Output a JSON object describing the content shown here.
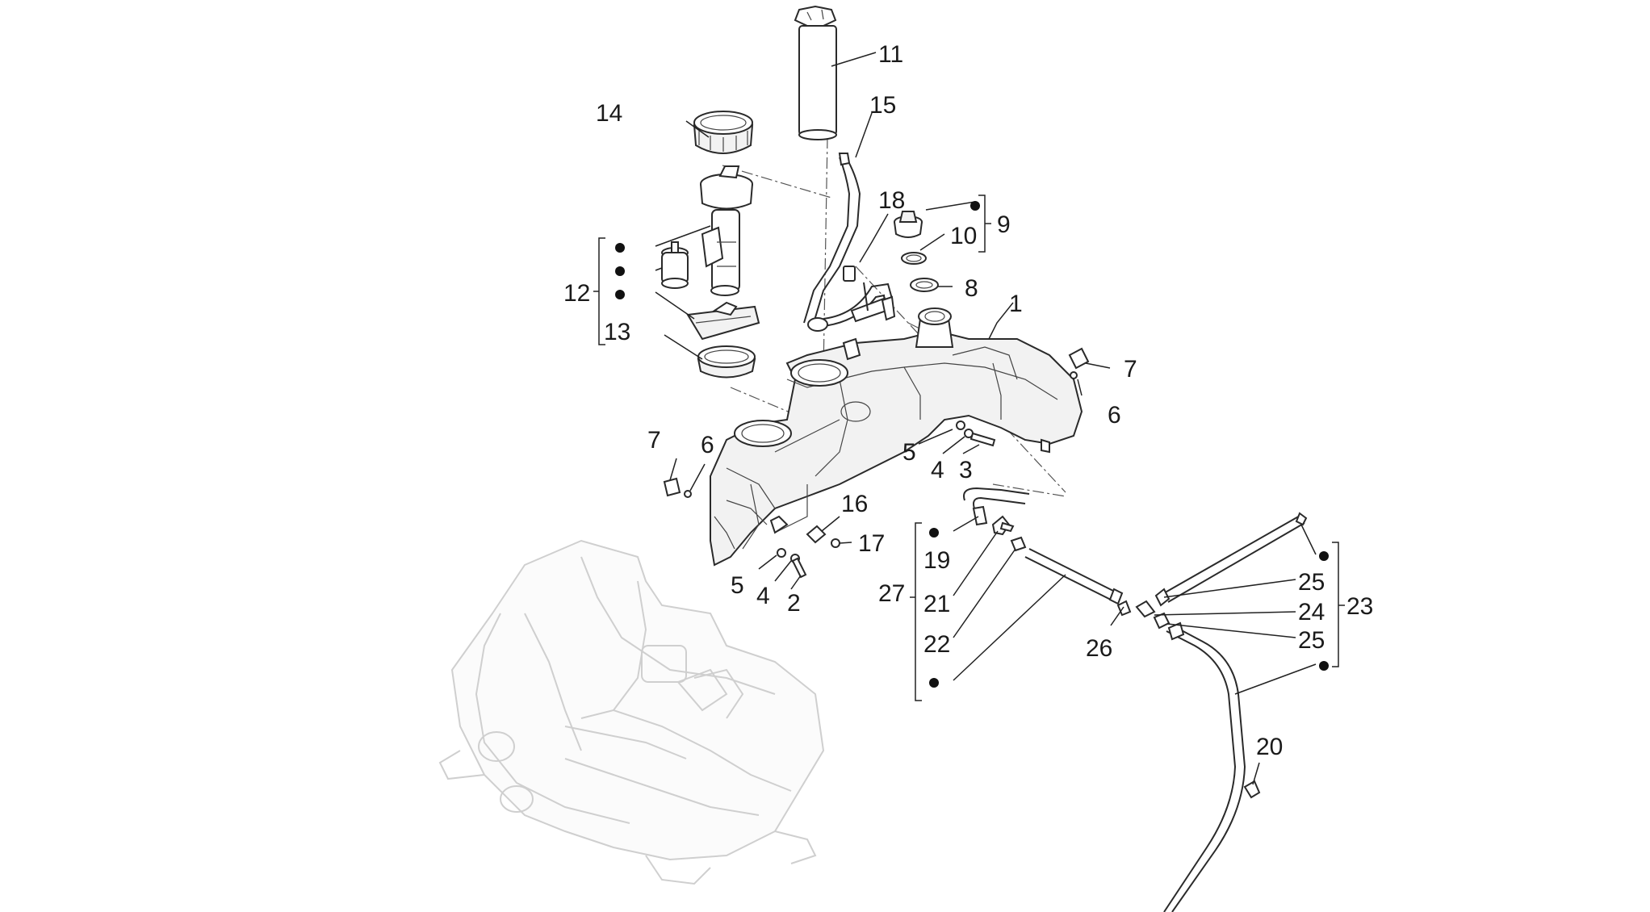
{
  "labels": {
    "l1": "1",
    "l2": "2",
    "l3": "3",
    "l4a": "4",
    "l4b": "4",
    "l5a": "5",
    "l5b": "5",
    "l6a": "6",
    "l6b": "6",
    "l7a": "7",
    "l7b": "7",
    "l8": "8",
    "l9": "9",
    "l10": "10",
    "l11": "11",
    "l12": "12",
    "l13": "13",
    "l14": "14",
    "l15": "15",
    "l16": "16",
    "l17": "17",
    "l18": "18",
    "l19": "19",
    "l20": "20",
    "l21": "21",
    "l22": "22",
    "l23": "23",
    "l24": "24",
    "l25a": "25",
    "l25b": "25",
    "l26": "26",
    "l27": "27"
  }
}
